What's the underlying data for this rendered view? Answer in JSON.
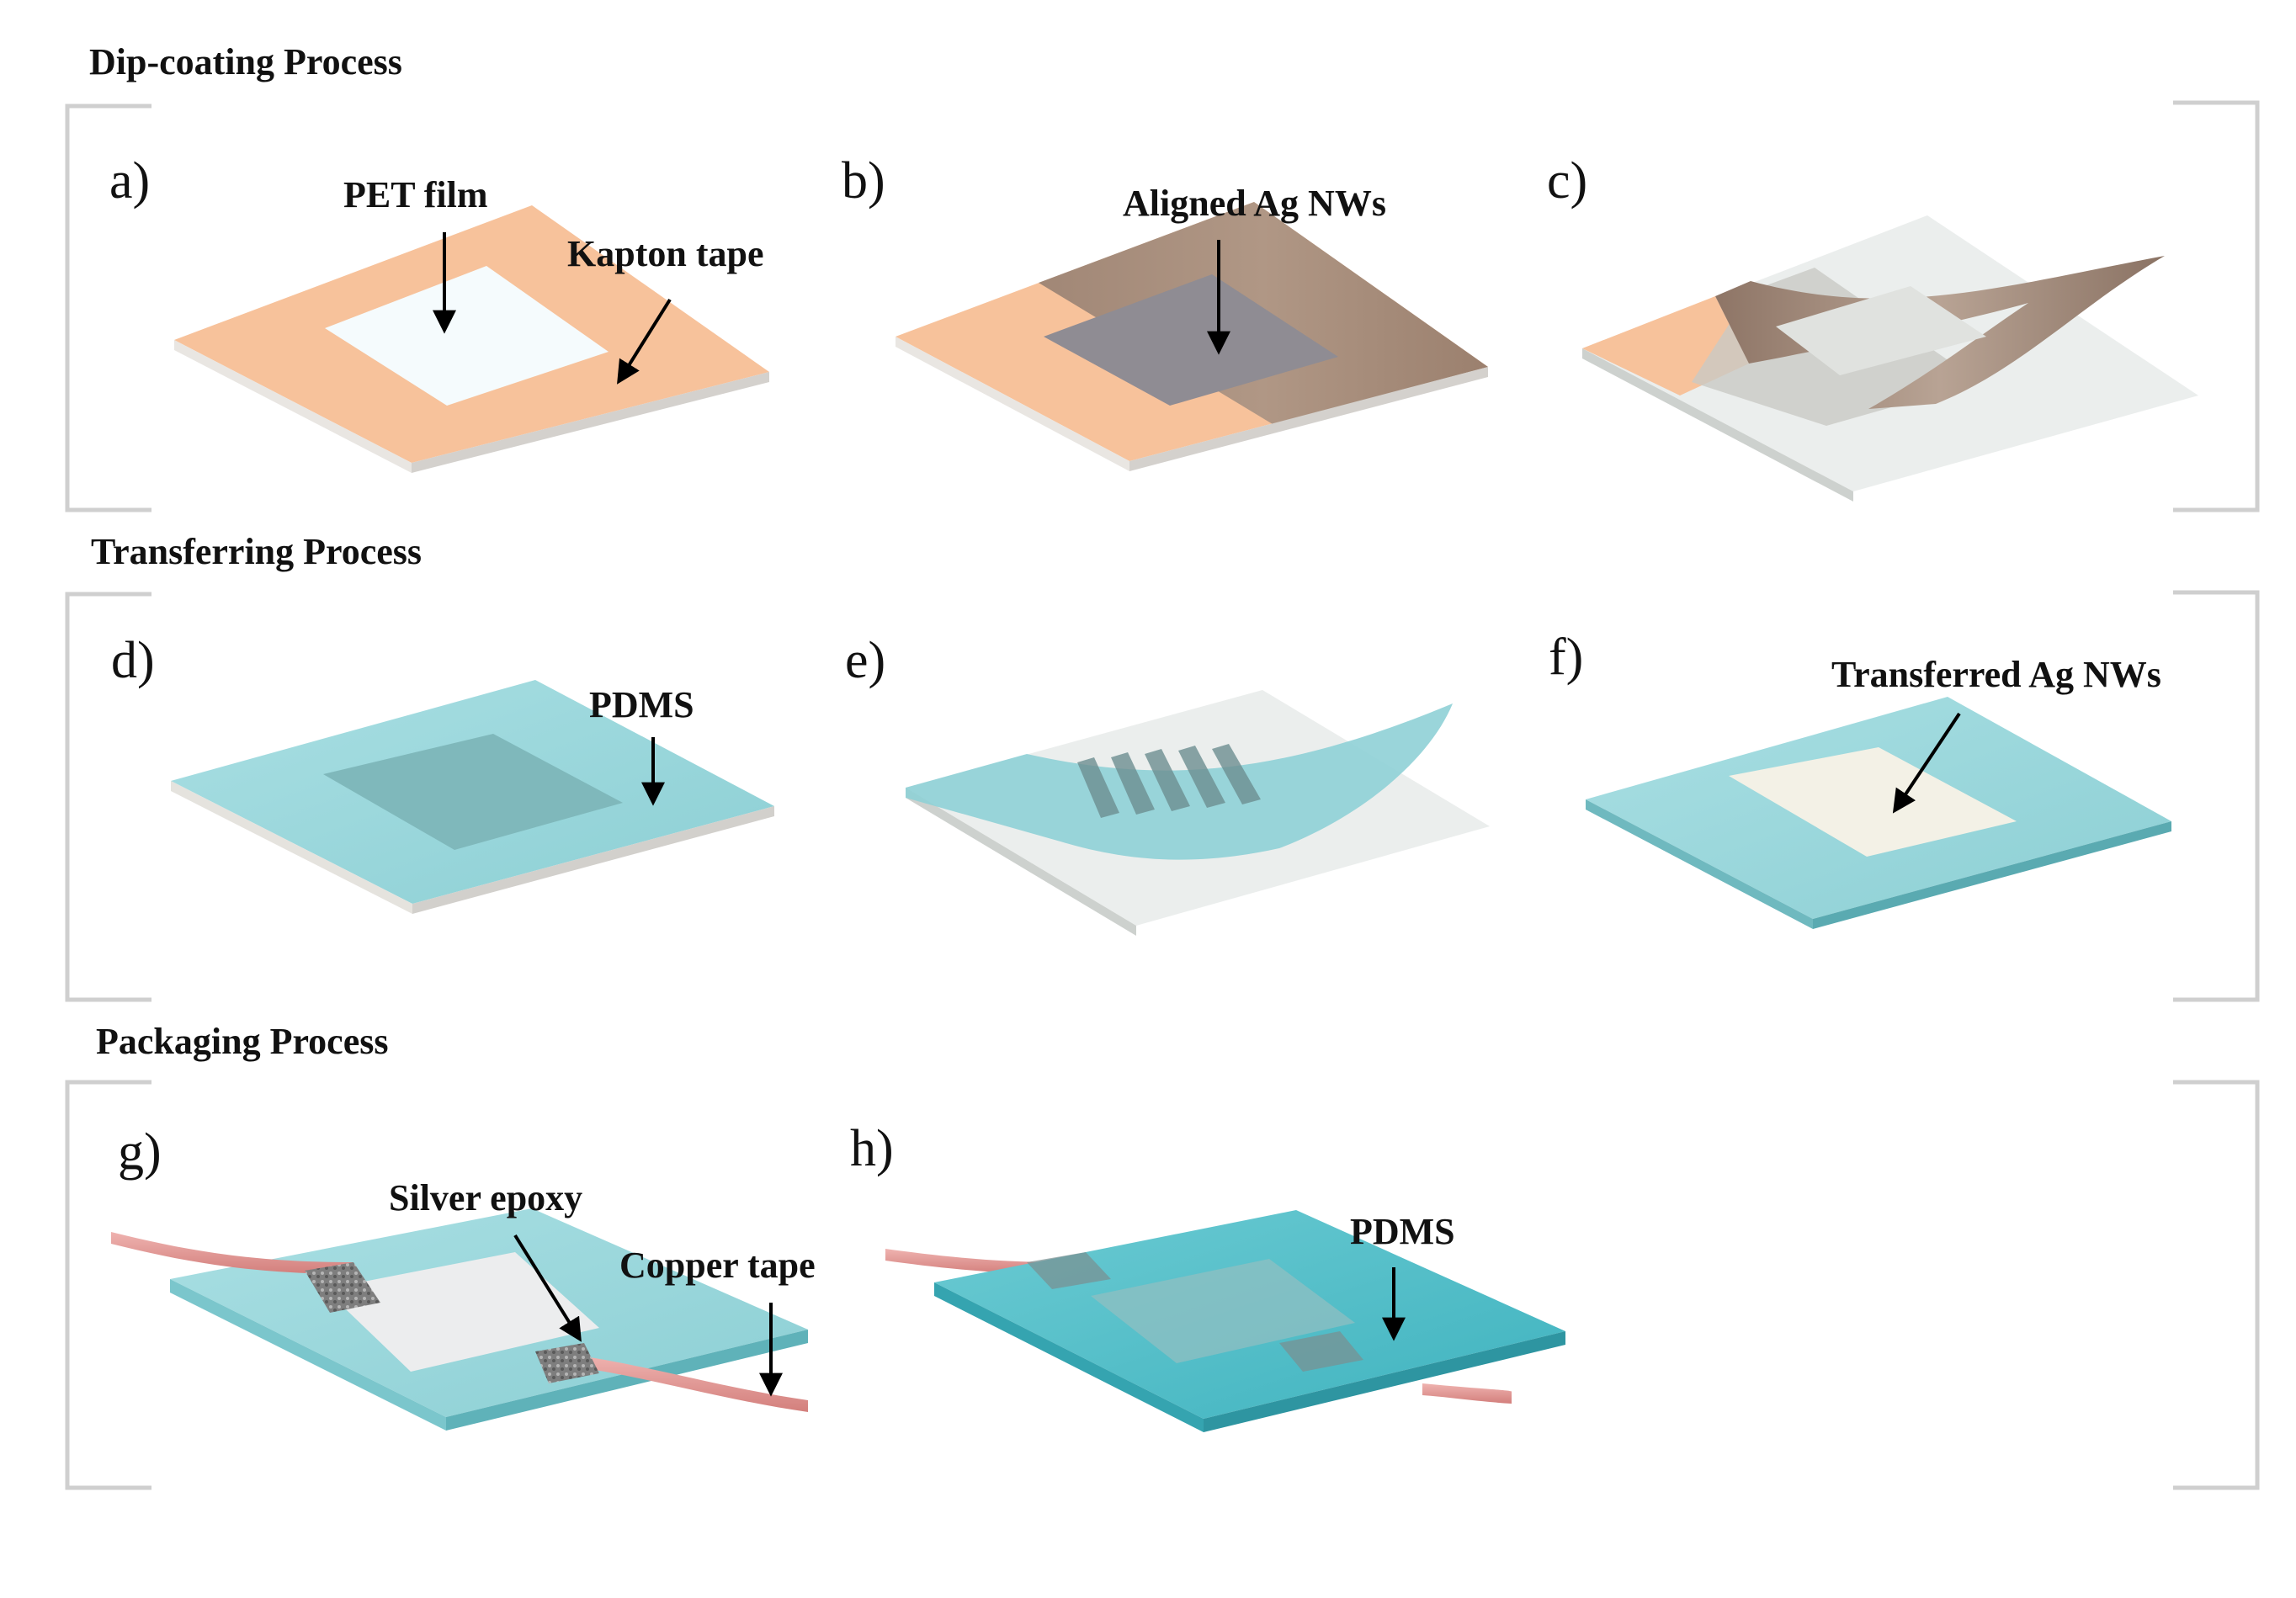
{
  "sections": [
    {
      "title": "Dip-coating Process"
    },
    {
      "title": "Transferring Process"
    },
    {
      "title": "Packaging Process"
    }
  ],
  "panels": {
    "a": {
      "label": "a)",
      "callouts": [
        "PET film",
        "Kapton tape"
      ]
    },
    "b": {
      "label": "b)",
      "callouts": [
        "Aligned Ag NWs"
      ]
    },
    "c": {
      "label": "c)",
      "callouts": []
    },
    "d": {
      "label": "d)",
      "callouts": [
        "PDMS"
      ]
    },
    "e": {
      "label": "e)",
      "callouts": []
    },
    "f": {
      "label": "f)",
      "callouts": [
        "Transferred Ag NWs"
      ]
    },
    "g": {
      "label": "g)",
      "callouts": [
        "Silver epoxy",
        "Copper tape"
      ]
    },
    "h": {
      "label": "h)",
      "callouts": [
        "PDMS"
      ]
    }
  },
  "colors": {
    "kapton": "#f9c9a0",
    "pet": "#f4fbfd",
    "agnw": "#a48b78",
    "pdms": "#9fd8dc",
    "pdms_dark": "#5fc3cc",
    "glass": "#dfe2e0",
    "copper": "#e49a98",
    "epoxy": "#8a8a8a",
    "bracket": "#cccccc"
  }
}
